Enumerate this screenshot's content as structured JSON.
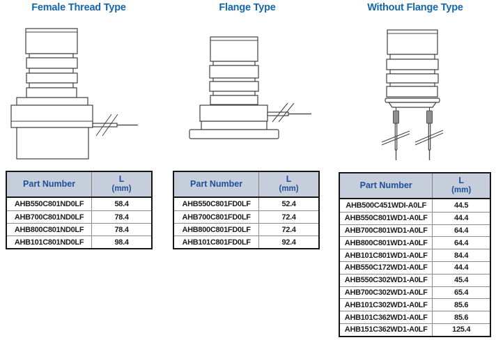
{
  "colors": {
    "title_blue": "#1566ad",
    "header_bg": "#c7cedb",
    "header_text": "#1c4f9c",
    "line_color": "#404040"
  },
  "titles": {
    "female_thread": "Female Thread Type",
    "flange": "Flange Type",
    "without_flange": "Without Flange Type"
  },
  "diagrams": {
    "female_thread": "female-thread-transducer-drawing",
    "flange": "flange-transducer-drawing",
    "without_flange": "without-flange-transducer-drawing"
  },
  "tables": [
    {
      "headers": {
        "part": "Part Number",
        "l": "L",
        "l_unit": "(mm)"
      },
      "rows": [
        {
          "pn": "AHB550C801ND0LF",
          "l": "58.4"
        },
        {
          "pn": "AHB700C801ND0LF",
          "l": "78.4"
        },
        {
          "pn": "AHB800C801ND0LF",
          "l": "78.4"
        },
        {
          "pn": "AHB101C801ND0LF",
          "l": "98.4"
        }
      ]
    },
    {
      "headers": {
        "part": "Part Number",
        "l": "L",
        "l_unit": "(mm)"
      },
      "rows": [
        {
          "pn": "AHB550C801FD0LF",
          "l": "52.4"
        },
        {
          "pn": "AHB700C801FD0LF",
          "l": "72.4"
        },
        {
          "pn": "AHB800C801FD0LF",
          "l": "72.4"
        },
        {
          "pn": "AHB101C801FD0LF",
          "l": "92.4"
        }
      ]
    },
    {
      "headers": {
        "part": "Part Number",
        "l": "L",
        "l_unit": "(mm)"
      },
      "rows": [
        {
          "pn": "AHB500C451WDI-A0LF",
          "l": "44.5"
        },
        {
          "pn": "AHB550C801WD1-A0LF",
          "l": "44.4"
        },
        {
          "pn": "AHB700C801WD1-A0LF",
          "l": "64.4"
        },
        {
          "pn": "AHB800C801WD1-A0LF",
          "l": "64.4"
        },
        {
          "pn": "AHB101C801WD1-A0LF",
          "l": "84.4"
        },
        {
          "pn": "AHB550C172WD1-A0LF",
          "l": "44.4"
        },
        {
          "pn": "AHB550C302WD1-A0LF",
          "l": "45.4"
        },
        {
          "pn": "AHB700C302WD1-A0LF",
          "l": "65.4"
        },
        {
          "pn": "AHB101C302WD1-A0LF",
          "l": "85.6"
        },
        {
          "pn": "AHB101C362WD1-A0LF",
          "l": "85.6"
        },
        {
          "pn": "AHB151C362WD1-A0LF",
          "l": "125.4"
        }
      ]
    }
  ]
}
